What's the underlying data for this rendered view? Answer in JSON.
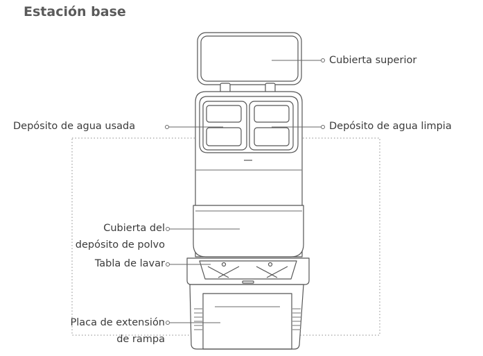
{
  "title": "Estación base",
  "labels": {
    "top_cover": "Cubierta superior",
    "dirty_tank": "Depósito de agua usada",
    "clean_tank": "Depósito de agua limpia",
    "dust_cover_line1": "Cubierta del",
    "dust_cover_line2": "depósito de polvo",
    "wash_board": "Tabla de lavar",
    "ramp_line1": "Placa de extensión",
    "ramp_line2": "de rampa"
  }
}
